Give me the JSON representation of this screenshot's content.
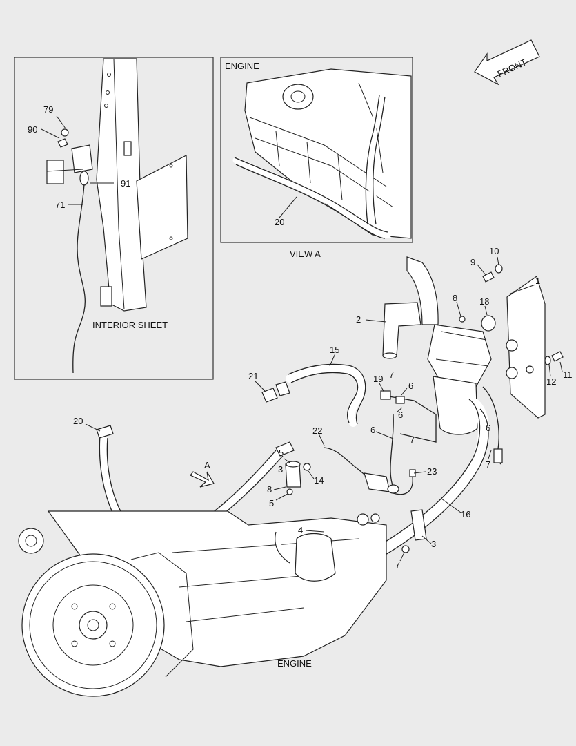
{
  "captions": {
    "interior_sheet": "INTERIOR SHEET",
    "view_a_engine": "ENGINE",
    "view_a": "VIEW A",
    "main_engine": "ENGINE",
    "front": "FRONT",
    "view_arrow": "A"
  },
  "callouts": [
    {
      "id": "c79",
      "label": "79"
    },
    {
      "id": "c90",
      "label": "90"
    },
    {
      "id": "c91",
      "label": "91"
    },
    {
      "id": "c71",
      "label": "71"
    },
    {
      "id": "c20a",
      "label": "20"
    },
    {
      "id": "c10",
      "label": "10"
    },
    {
      "id": "c9",
      "label": "9"
    },
    {
      "id": "c1",
      "label": "1"
    },
    {
      "id": "c8a",
      "label": "8"
    },
    {
      "id": "c18",
      "label": "18"
    },
    {
      "id": "c2",
      "label": "2"
    },
    {
      "id": "c15",
      "label": "15"
    },
    {
      "id": "c21",
      "label": "21"
    },
    {
      "id": "c19",
      "label": "19"
    },
    {
      "id": "c7a",
      "label": "7"
    },
    {
      "id": "c6a",
      "label": "6"
    },
    {
      "id": "c6b",
      "label": "6"
    },
    {
      "id": "c6c",
      "label": "6"
    },
    {
      "id": "c7b",
      "label": "7"
    },
    {
      "id": "c12",
      "label": "12"
    },
    {
      "id": "c11",
      "label": "11"
    },
    {
      "id": "c6d",
      "label": "6"
    },
    {
      "id": "c7c",
      "label": "7"
    },
    {
      "id": "c20b",
      "label": "20"
    },
    {
      "id": "c22",
      "label": "22"
    },
    {
      "id": "c5a",
      "label": "5"
    },
    {
      "id": "c3a",
      "label": "3"
    },
    {
      "id": "c14",
      "label": "14"
    },
    {
      "id": "c8b",
      "label": "8"
    },
    {
      "id": "c5b",
      "label": "5"
    },
    {
      "id": "c23",
      "label": "23"
    },
    {
      "id": "c16",
      "label": "16"
    },
    {
      "id": "c4",
      "label": "4"
    },
    {
      "id": "c3b",
      "label": "3"
    },
    {
      "id": "c7d",
      "label": "7"
    }
  ]
}
